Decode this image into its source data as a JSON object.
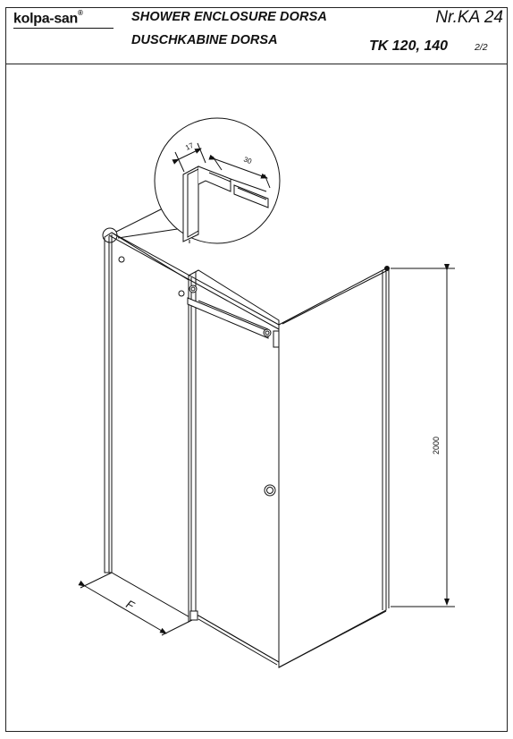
{
  "header": {
    "logo": "kolpa-san",
    "logo_mark": "®",
    "title_en": "SHOWER ENCLOSURE DORSA",
    "title_de": "DUSCHKABINE  DORSA",
    "doc_number": "Nr.KA 24",
    "model": "TK 120, 140",
    "page": "2/2"
  },
  "drawing": {
    "detail_dim_a": "17",
    "detail_dim_b": "30",
    "height_dim": "2000",
    "width_label": "F"
  }
}
